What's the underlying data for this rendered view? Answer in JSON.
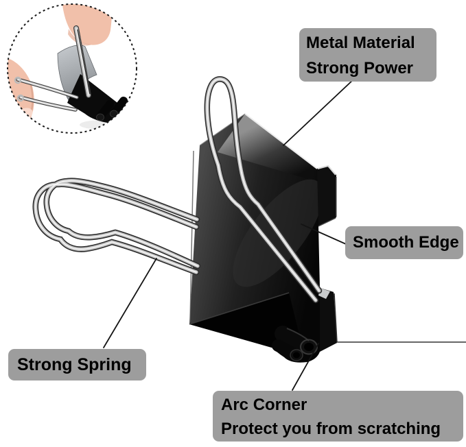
{
  "figures": {
    "inset": {
      "name": "fingers-pressing-binder-clip-photo"
    },
    "main": {
      "name": "black-binder-clip-photo"
    }
  },
  "callouts": [
    {
      "id": "metal-material",
      "lines": [
        "Metal Material",
        "Strong Power"
      ]
    },
    {
      "id": "smooth-edge",
      "lines": [
        "Smooth Edge"
      ]
    },
    {
      "id": "strong-spring",
      "lines": [
        "Strong Spring"
      ]
    },
    {
      "id": "arc-corner",
      "lines": [
        "Arc Corner",
        "Protect you from scratching"
      ]
    }
  ],
  "colors": {
    "page_bg": "#ffffff",
    "label_bg": "#9d9d9d",
    "label_text": "#000000",
    "leader_line": "#141414",
    "clip_black": "#101010",
    "wire_silver": "#c7c7c7",
    "skin_tone": "#f1c0aa",
    "plate_gray": "#a7abaf"
  }
}
